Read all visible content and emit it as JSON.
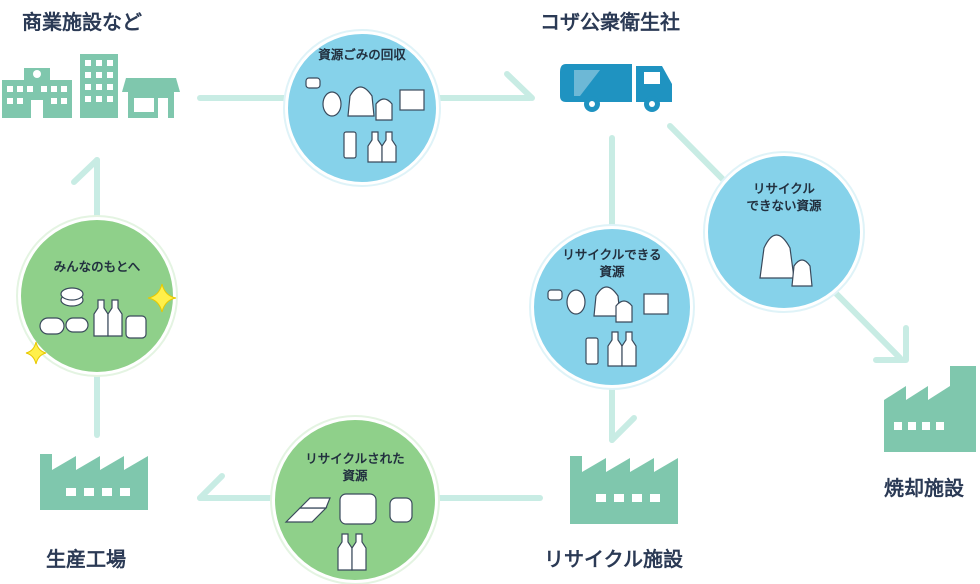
{
  "nodes": {
    "commercial": "商業施設など",
    "kosa": "コザ公衆衛生社",
    "incinerator": "焼却施設",
    "recycle_facility": "リサイクル施設",
    "factory": "生産工場"
  },
  "circles": {
    "collection": "資源ごみの回収",
    "recyclable_line1": "リサイクルできる",
    "recyclable_line2": "資源",
    "nonrecyclable_line1": "リサイクル",
    "nonrecyclable_line2": "できない資源",
    "recycled_line1": "リサイクルされた",
    "recycled_line2": "資源",
    "back_to_all": "みんなのもとへ"
  },
  "colors": {
    "arrow": "#c8ece4",
    "icon_green": "#7fc7ad",
    "truck_blue": "#1f93c1",
    "blue_circle": "#86d2ea",
    "blue_circle_border": "#ffffff",
    "green_circle": "#8fd08a",
    "label_text": "#2b3a55"
  }
}
